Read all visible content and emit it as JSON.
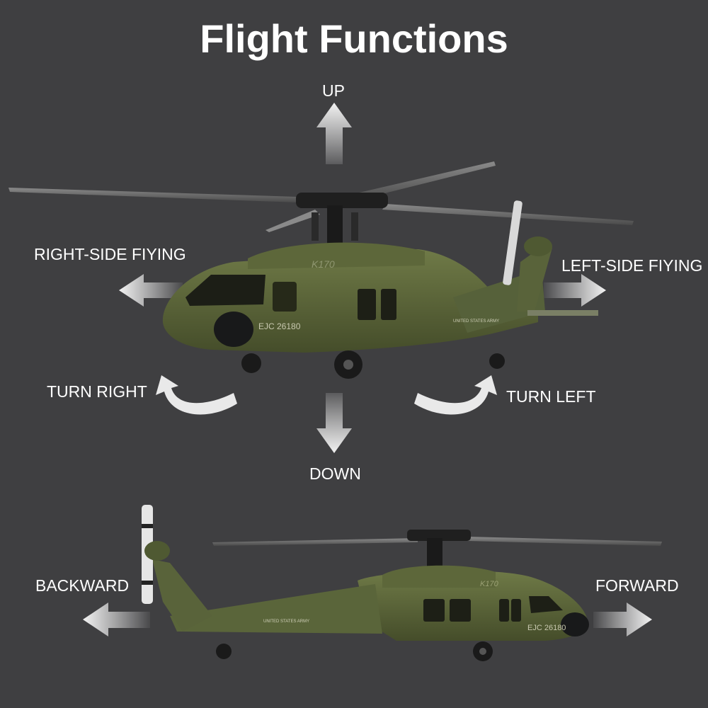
{
  "title": "Flight Functions",
  "labels": {
    "up": "UP",
    "down": "DOWN",
    "right_side": "RIGHT-SIDE FIYING",
    "left_side": "LEFT-SIDE FIYING",
    "turn_right": "TURN RIGHT",
    "turn_left": "TURN LEFT",
    "backward": "BACKWARD",
    "forward": "FORWARD"
  },
  "helicopter_markings": {
    "model": "K170",
    "serial": "EJC 26180",
    "army": "UNITED STATES ARMY"
  },
  "colors": {
    "background": "#3f3f41",
    "olive": "#5f6a3c",
    "olive_dark": "#3c4424",
    "arrow": "#f2f2f2"
  }
}
